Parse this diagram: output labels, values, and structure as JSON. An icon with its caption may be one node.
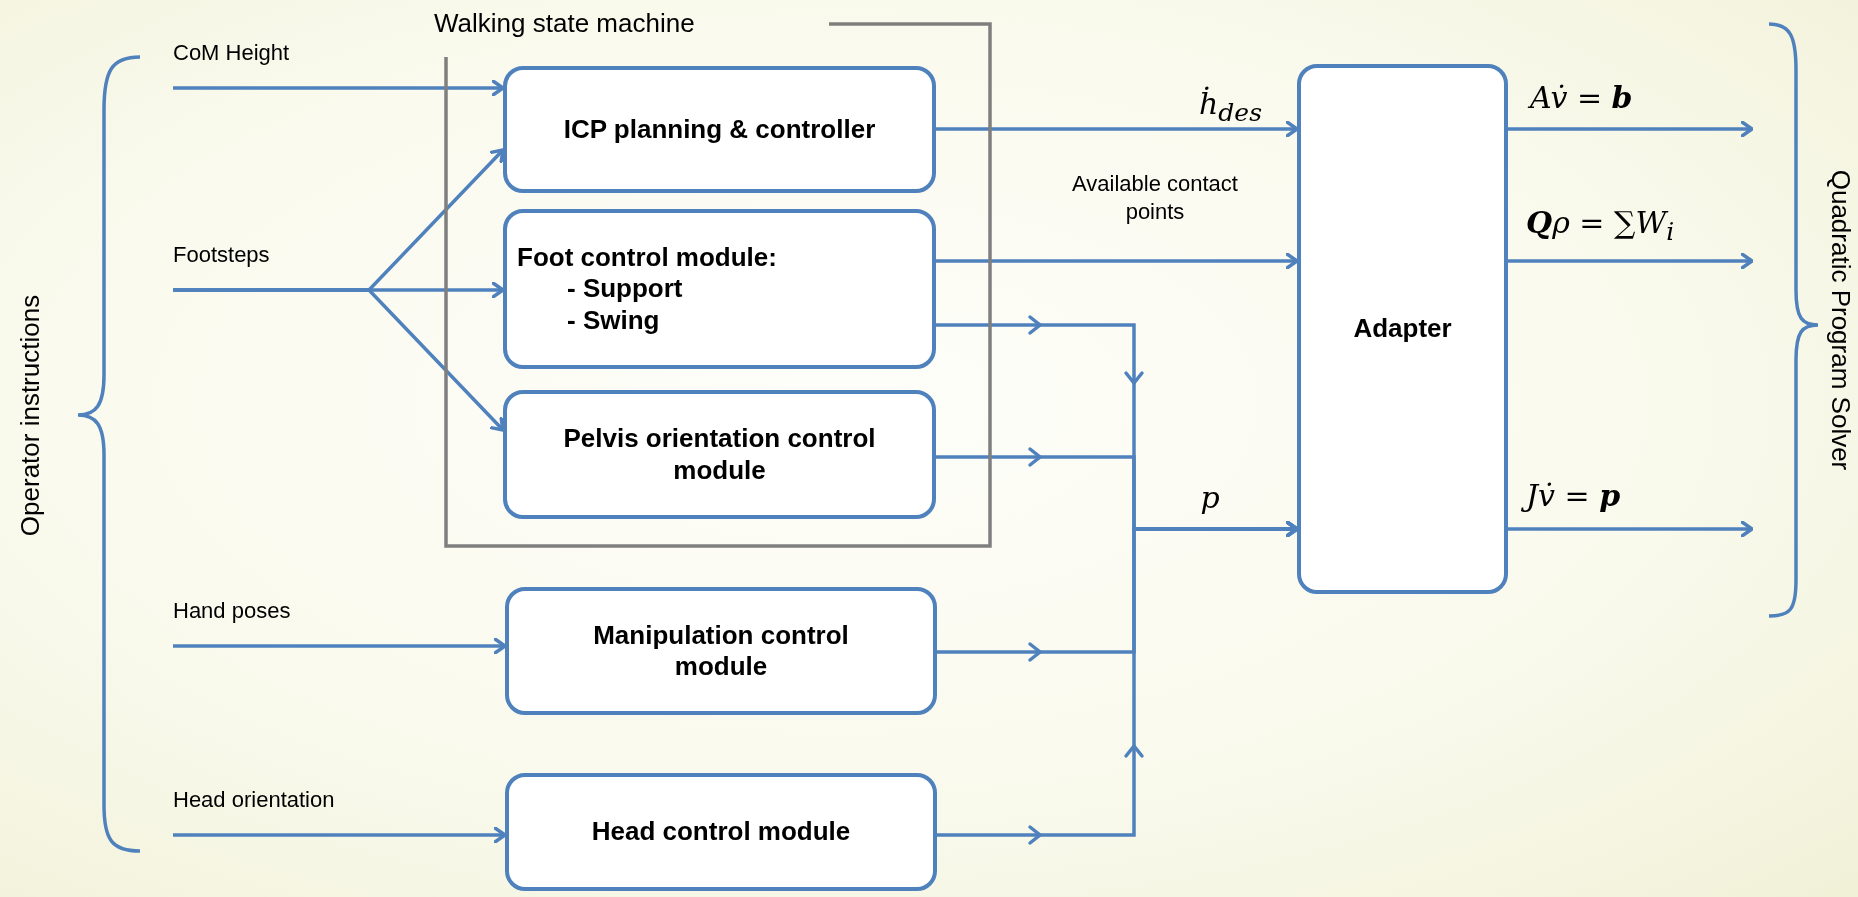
{
  "diagram": {
    "nodes": [
      {
        "text": [
          "CoM Height"
        ]
      },
      {
        "text": [
          "Footsteps"
        ]
      },
      {
        "text": [
          "Walking state machine"
        ]
      },
      {
        "text": [
          "ICP planning & controller"
        ],
        "in": 2
      },
      {
        "text": [
          "Foot control module:",
          "- Support",
          "- Swing"
        ],
        "in": 2
      },
      {
        "text": [
          "Pelvis orientation control module"
        ],
        "in": 2
      },
      {
        "text": [
          "Hand poses"
        ]
      },
      {
        "text": [
          "Head orientation"
        ]
      },
      {
        "text": [
          "Manipulation control module"
        ]
      },
      {
        "text": [
          "Head control module"
        ]
      },
      {
        "text": [
          "Adapter"
        ]
      },
      {
        "text": [
          "Quadratic Program Solver"
        ]
      }
    ],
    "edges": [
      {
        "from": 0,
        "to": 3,
        "arrow": "to"
      },
      {
        "from": 1,
        "to": 3,
        "arrow": "to"
      },
      {
        "from": 1,
        "to": 4,
        "arrow": "to"
      },
      {
        "from": 1,
        "to": 5,
        "arrow": "to"
      },
      {
        "from": 3,
        "to": 10,
        "arrow": "to",
        "label": "ḣ$_{des}$"
      },
      {
        "from": 4,
        "to": 10,
        "arrow": "to",
        "label": "Available contact points"
      },
      {
        "from": 4,
        "to": 10,
        "arrow": "to",
        "label": "p"
      },
      {
        "from": 5,
        "to": 10,
        "arrow": "to"
      },
      {
        "from": 8,
        "to": 10,
        "arrow": "to"
      },
      {
        "from": 9,
        "to": 10,
        "arrow": "to"
      },
      {
        "from": 6,
        "to": 8,
        "arrow": "to"
      },
      {
        "from": 7,
        "to": 9,
        "arrow": "to"
      },
      {
        "from": 10,
        "to": 11,
        "arrow": "to",
        "label": "Av̇ = **b**"
      },
      {
        "from": 10,
        "to": 11,
        "arrow": "to",
        "label": "**Q**ρ = ∑W$_{i}$"
      },
      {
        "from": 10,
        "to": 11,
        "arrow": "to",
        "label": "Jv̇ = **p**"
      }
    ],
    "labels": [
      "Operator instructions"
    ]
  }
}
